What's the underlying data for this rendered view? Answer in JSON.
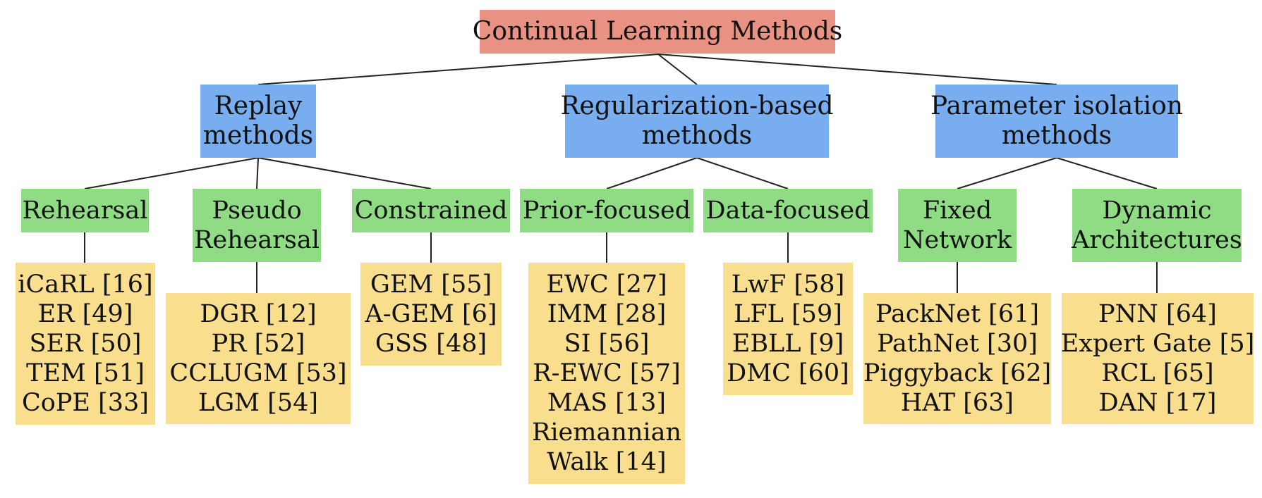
{
  "root": {
    "label": "Continual Learning Methods"
  },
  "categories": [
    {
      "lines": [
        "Replay",
        "methods"
      ]
    },
    {
      "lines": [
        "Regularization-based",
        "methods"
      ]
    },
    {
      "lines": [
        "Parameter isolation",
        "methods"
      ]
    }
  ],
  "subcategories": [
    {
      "lines": [
        "Rehearsal"
      ]
    },
    {
      "lines": [
        "Pseudo",
        "Rehearsal"
      ]
    },
    {
      "lines": [
        "Constrained"
      ]
    },
    {
      "lines": [
        "Prior-focused"
      ]
    },
    {
      "lines": [
        "Data-focused"
      ]
    },
    {
      "lines": [
        "Fixed",
        "Network"
      ]
    },
    {
      "lines": [
        "Dynamic",
        "Architectures"
      ]
    }
  ],
  "methods": [
    {
      "lines": [
        "iCaRL [16]",
        "ER [49]",
        "SER [50]",
        "TEM [51]",
        "CoPE [33]"
      ]
    },
    {
      "lines": [
        "DGR [12]",
        "PR [52]",
        "CCLUGM [53]",
        "LGM [54]"
      ]
    },
    {
      "lines": [
        "GEM [55]",
        "A-GEM [6]",
        "GSS [48]"
      ]
    },
    {
      "lines": [
        "EWC [27]",
        "IMM [28]",
        "SI [56]",
        "R-EWC [57]",
        "MAS [13]",
        "Riemannian",
        "Walk [14]"
      ]
    },
    {
      "lines": [
        "LwF [58]",
        "LFL [59]",
        "EBLL [9]",
        "DMC [60]"
      ]
    },
    {
      "lines": [
        "PackNet [61]",
        "PathNet [30]",
        "Piggyback [62]",
        "HAT [63]"
      ]
    },
    {
      "lines": [
        "PNN [64]",
        "Expert Gate [5]",
        "RCL [65]",
        "DAN [17]"
      ]
    }
  ],
  "colors": {
    "root": "#e89283",
    "category": "#78adef",
    "subcategory": "#8fdc84",
    "method": "#f9df8d",
    "edge": "#222222"
  }
}
